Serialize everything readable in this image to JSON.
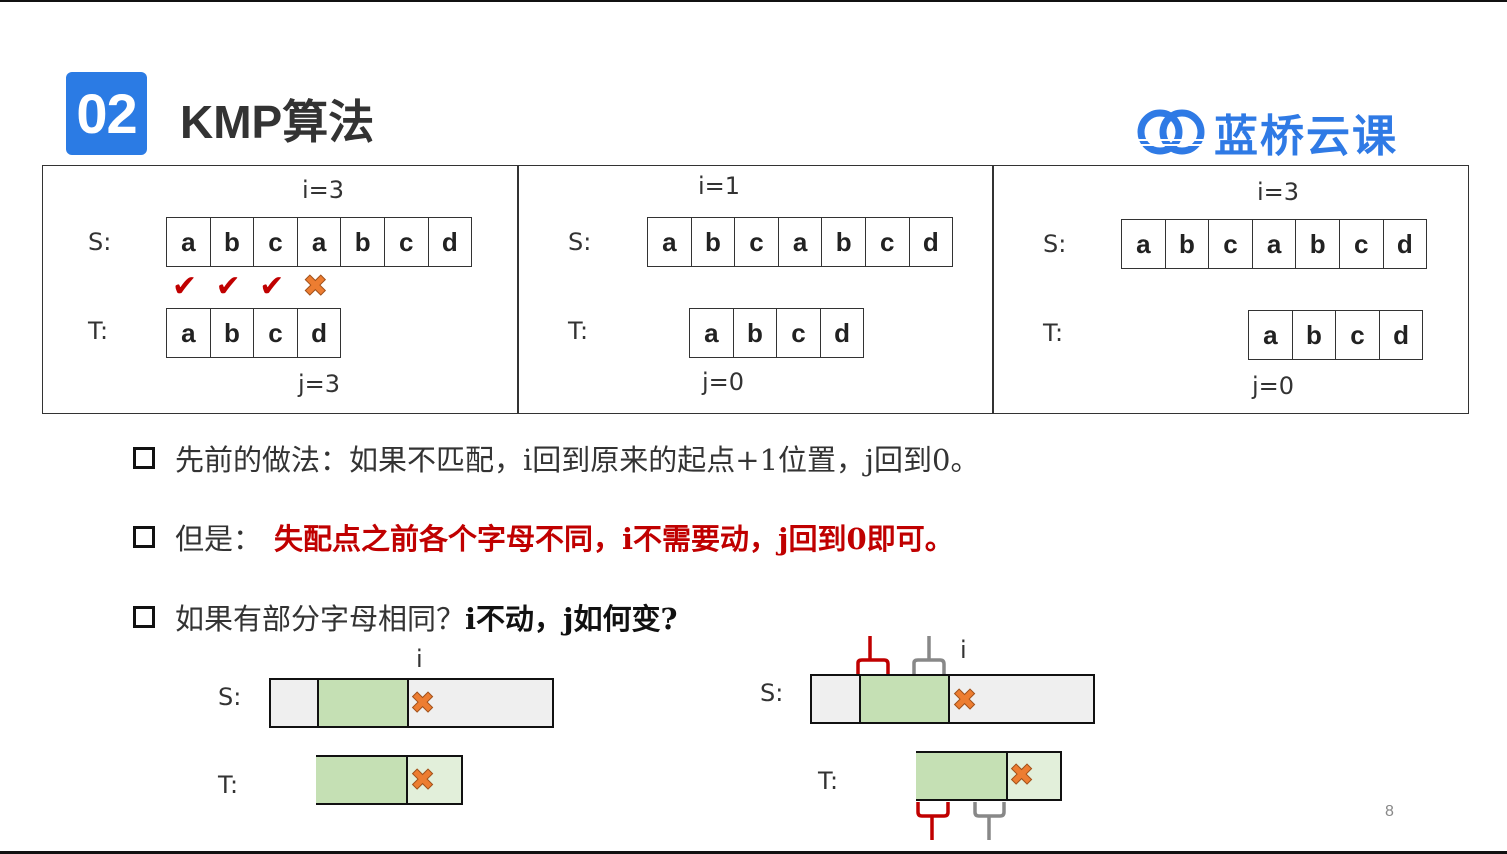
{
  "header": {
    "badge": "02",
    "title": "KMP算法",
    "logo_text": "蓝桥云课"
  },
  "panels": [
    {
      "i_label": "i=3",
      "j_label": "j=3",
      "s_label": "S:",
      "t_label": "T:",
      "S": [
        "a",
        "b",
        "c",
        "a",
        "b",
        "c",
        "d"
      ],
      "T": [
        "a",
        "b",
        "c",
        "d"
      ],
      "marks": [
        "check",
        "check",
        "check",
        "cross"
      ]
    },
    {
      "i_label": "i=1",
      "j_label": "j=0",
      "s_label": "S:",
      "t_label": "T:",
      "S": [
        "a",
        "b",
        "c",
        "a",
        "b",
        "c",
        "d"
      ],
      "T": [
        "a",
        "b",
        "c",
        "d"
      ]
    },
    {
      "i_label": "i=3",
      "j_label": "j=0",
      "s_label": "S:",
      "t_label": "T:",
      "S": [
        "a",
        "b",
        "c",
        "a",
        "b",
        "c",
        "d"
      ],
      "T": [
        "a",
        "b",
        "c",
        "d"
      ]
    }
  ],
  "bullets": [
    {
      "text": "先前的做法：如果不匹配，i回到原来的起点+1位置，j回到0。"
    },
    {
      "text": "但是：",
      "highlight": "失配点之前各个字母不同，i不需要动，j回到0即可。"
    },
    {
      "text": "如果有部分字母相同？",
      "bold": "i不动，j如何变?"
    }
  ],
  "diagrams": {
    "s_label": "S:",
    "t_label": "T:",
    "i_label": "i"
  },
  "page_number": "8",
  "colors": {
    "brand": "#2b7be4",
    "match": "#c5e0b4",
    "mismatch": "#ed7d31",
    "highlight": "#c00000"
  }
}
